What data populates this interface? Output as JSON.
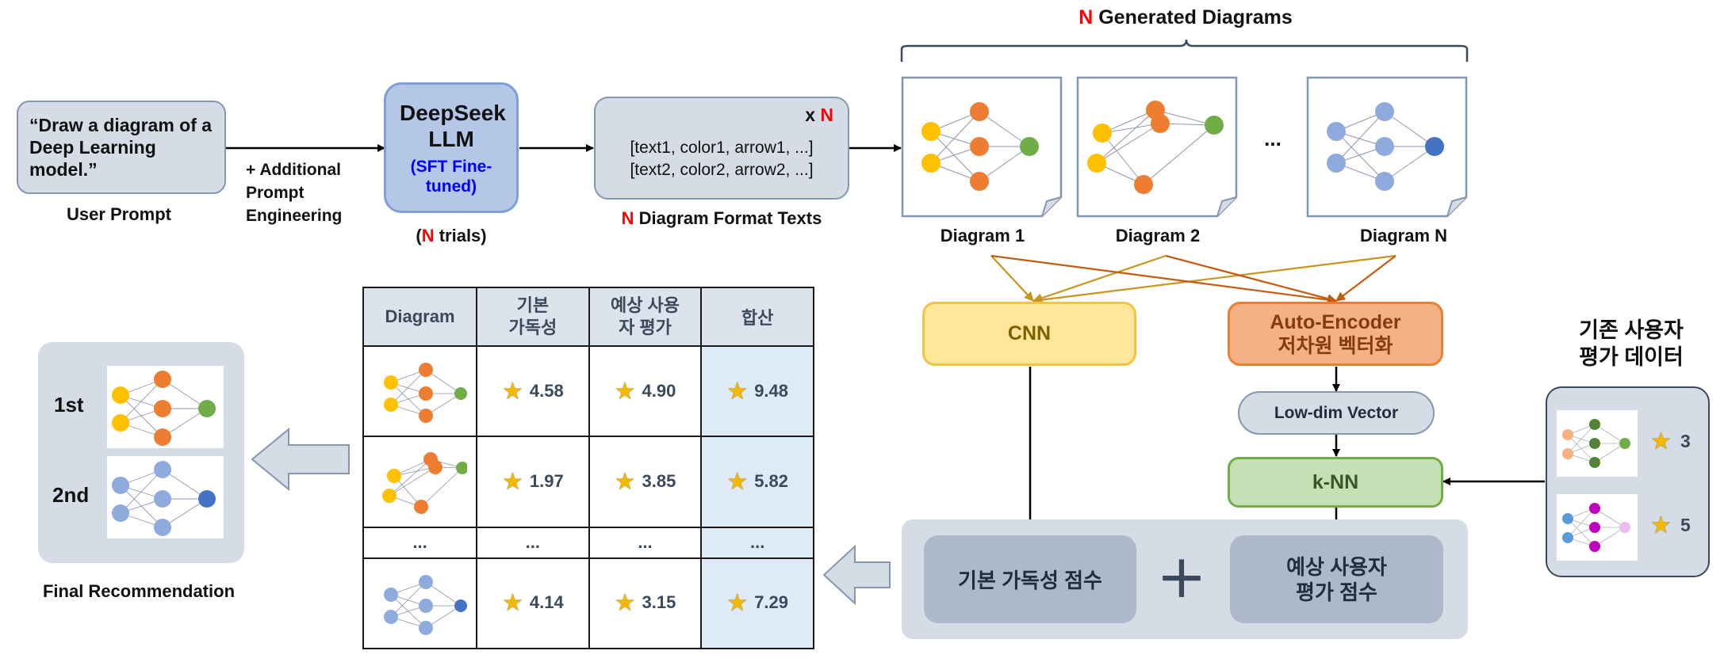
{
  "prompt": {
    "text": "“Draw a diagram of a Deep Learning model.”",
    "caption": "User Prompt",
    "engineering": "+ Additional Prompt Engineering"
  },
  "llm": {
    "name": "DeepSeek LLM",
    "sub": "(SFT Fine-tuned)",
    "trials_n": "N",
    "trials": " trials)"
  },
  "format": {
    "multiplier": "x ",
    "n": "N",
    "line1": "[text1, color1, arrow1, ...]",
    "line2": "[text2, color2, arrow2, ...]",
    "caption_n": "N",
    "caption": " Diagram Format Texts"
  },
  "generated": {
    "title_n": "N",
    "title": " Generated Diagrams",
    "ellipsis": "...",
    "labels": [
      "Diagram 1",
      "Diagram 2",
      "Diagram N"
    ]
  },
  "models": {
    "cnn": "CNN",
    "autoencoder_l1": "Auto-Encoder",
    "autoencoder_l2": "저차원 벡터화",
    "lowdim": "Low-dim Vector",
    "knn": "k-NN"
  },
  "user_data": {
    "title_l1": "기존 사용자",
    "title_l2": "평가 데이터",
    "ratings": [
      "3",
      "5"
    ]
  },
  "scores": {
    "basic": "기본 가독성 점수",
    "plus": "+",
    "predicted_l1": "예상 사용자",
    "predicted_l2": "평가 점수"
  },
  "table": {
    "headers": [
      "Diagram",
      "기본 가독성",
      "예상 사용자 평가",
      "합산"
    ],
    "header_lines": [
      [
        "Diagram"
      ],
      [
        "기본",
        "가독성"
      ],
      [
        "예상 사용",
        "자 평가"
      ],
      [
        "합산"
      ]
    ],
    "rows": [
      {
        "readability": "4.58",
        "predicted": "4.90",
        "sum": "9.48"
      },
      {
        "readability": "1.97",
        "predicted": "3.85",
        "sum": "5.82"
      },
      {
        "readability": "...",
        "predicted": "...",
        "sum": "...",
        "diagram": "..."
      },
      {
        "readability": "4.14",
        "predicted": "3.15",
        "sum": "7.29"
      }
    ]
  },
  "final": {
    "ranks": [
      "1st",
      "2nd"
    ],
    "caption": "Final Recommendation"
  },
  "colors": {
    "llm_fill": "#b4c7e7",
    "llm_border": "#7f9fd3",
    "llm_sub": "#0000ff",
    "cnn_fill": "#ffe699",
    "cnn_border": "#f5c242",
    "cnn_text": "#7f5f00",
    "ae_fill": "#f4b183",
    "ae_border": "#ed7d31",
    "ae_text": "#843c0c",
    "knn_fill": "#c5e0b4",
    "knn_border": "#70ad47",
    "knn_text": "#385723",
    "panel": "#d6dce5",
    "score_box": "#adb9ca",
    "node_yellow": "#ffc000",
    "node_orange": "#ed7d31",
    "node_green": "#70ad47",
    "node_blue": "#8faadc",
    "node_dark_blue": "#4472c4"
  }
}
